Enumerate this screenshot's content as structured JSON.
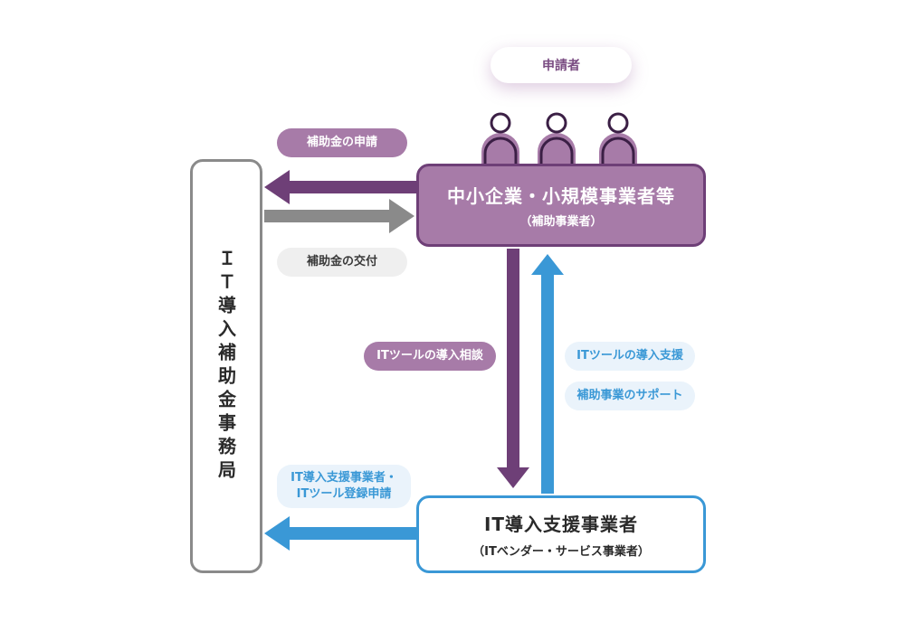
{
  "applicant_label": "申請者",
  "sme": {
    "title": "中小企業・小規模事業者等",
    "subtitle": "（補助事業者）"
  },
  "office": {
    "label": "ＩＴ導入補助金事務局"
  },
  "vendor": {
    "title": "IT導入支援事業者",
    "subtitle": "（ITベンダー・サービス事業者）"
  },
  "labels": {
    "subsidy_application": "補助金の申請",
    "subsidy_grant": "補助金の交付",
    "it_consultation": "ITツールの導入相談",
    "it_support": "ITツールの導入支援",
    "support_project": "補助事業のサポート",
    "vendor_registration_line1": "IT導入支援事業者・",
    "vendor_registration_line2": "ITツール登録申請"
  },
  "colors": {
    "purple_dark": "#6e3f77",
    "purple": "#a77ba8",
    "gray": "#8a8a8a",
    "blue": "#3a98d6"
  }
}
